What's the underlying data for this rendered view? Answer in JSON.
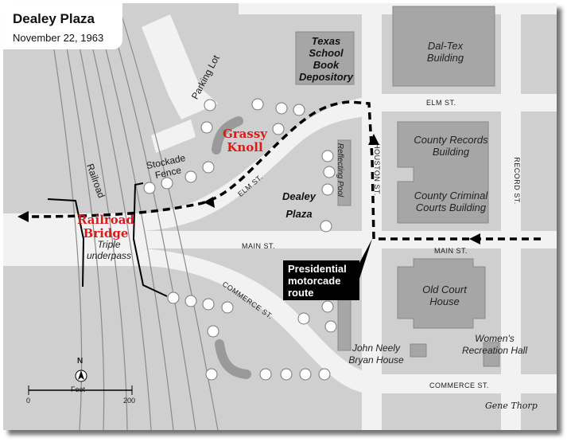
{
  "title": "Dealey Plaza",
  "date": "November 22, 1963",
  "streets": {
    "elm_right": "ELM ST.",
    "elm_left": "ELM ST.",
    "houston": "HOUSTON ST.",
    "record": "RECORD ST.",
    "main_left": "MAIN ST.",
    "main_right": "MAIN ST.",
    "commerce_left": "COMMERCE ST.",
    "commerce_right": "COMMERCE ST.",
    "parking_lot": "Parking Lot",
    "railroad": "Railroad",
    "reflecting_pool": "Reflecting Pool"
  },
  "buildings": {
    "depository": "Texas School Book Depository",
    "daltex": "Dal-Tex Building",
    "county_records": "County Records Building",
    "county_criminal": "County Criminal Courts Building",
    "old_court": "Old Court House",
    "neely": "John Neely Bryan House",
    "womens": "Women's Recreation Hall"
  },
  "landmarks": {
    "grassy_knoll": "Grassy Knoll",
    "railroad_bridge": "Railroad Bridge",
    "triple_underpass": "Triple underpass",
    "stockade_fence": "Stockade Fence",
    "dealey_plaza": "Dealey Plaza"
  },
  "motorcade_label": "Presidential motorcade route",
  "scale": {
    "north": "N",
    "unit": "Feet",
    "min": "0",
    "max": "200"
  },
  "credit": "Gene Thorp",
  "colors": {
    "background": "#cfcfcf",
    "road": "#f2f2f2",
    "building": "#a6a6a6",
    "route": "#000000",
    "accent": "#d81c1c"
  }
}
